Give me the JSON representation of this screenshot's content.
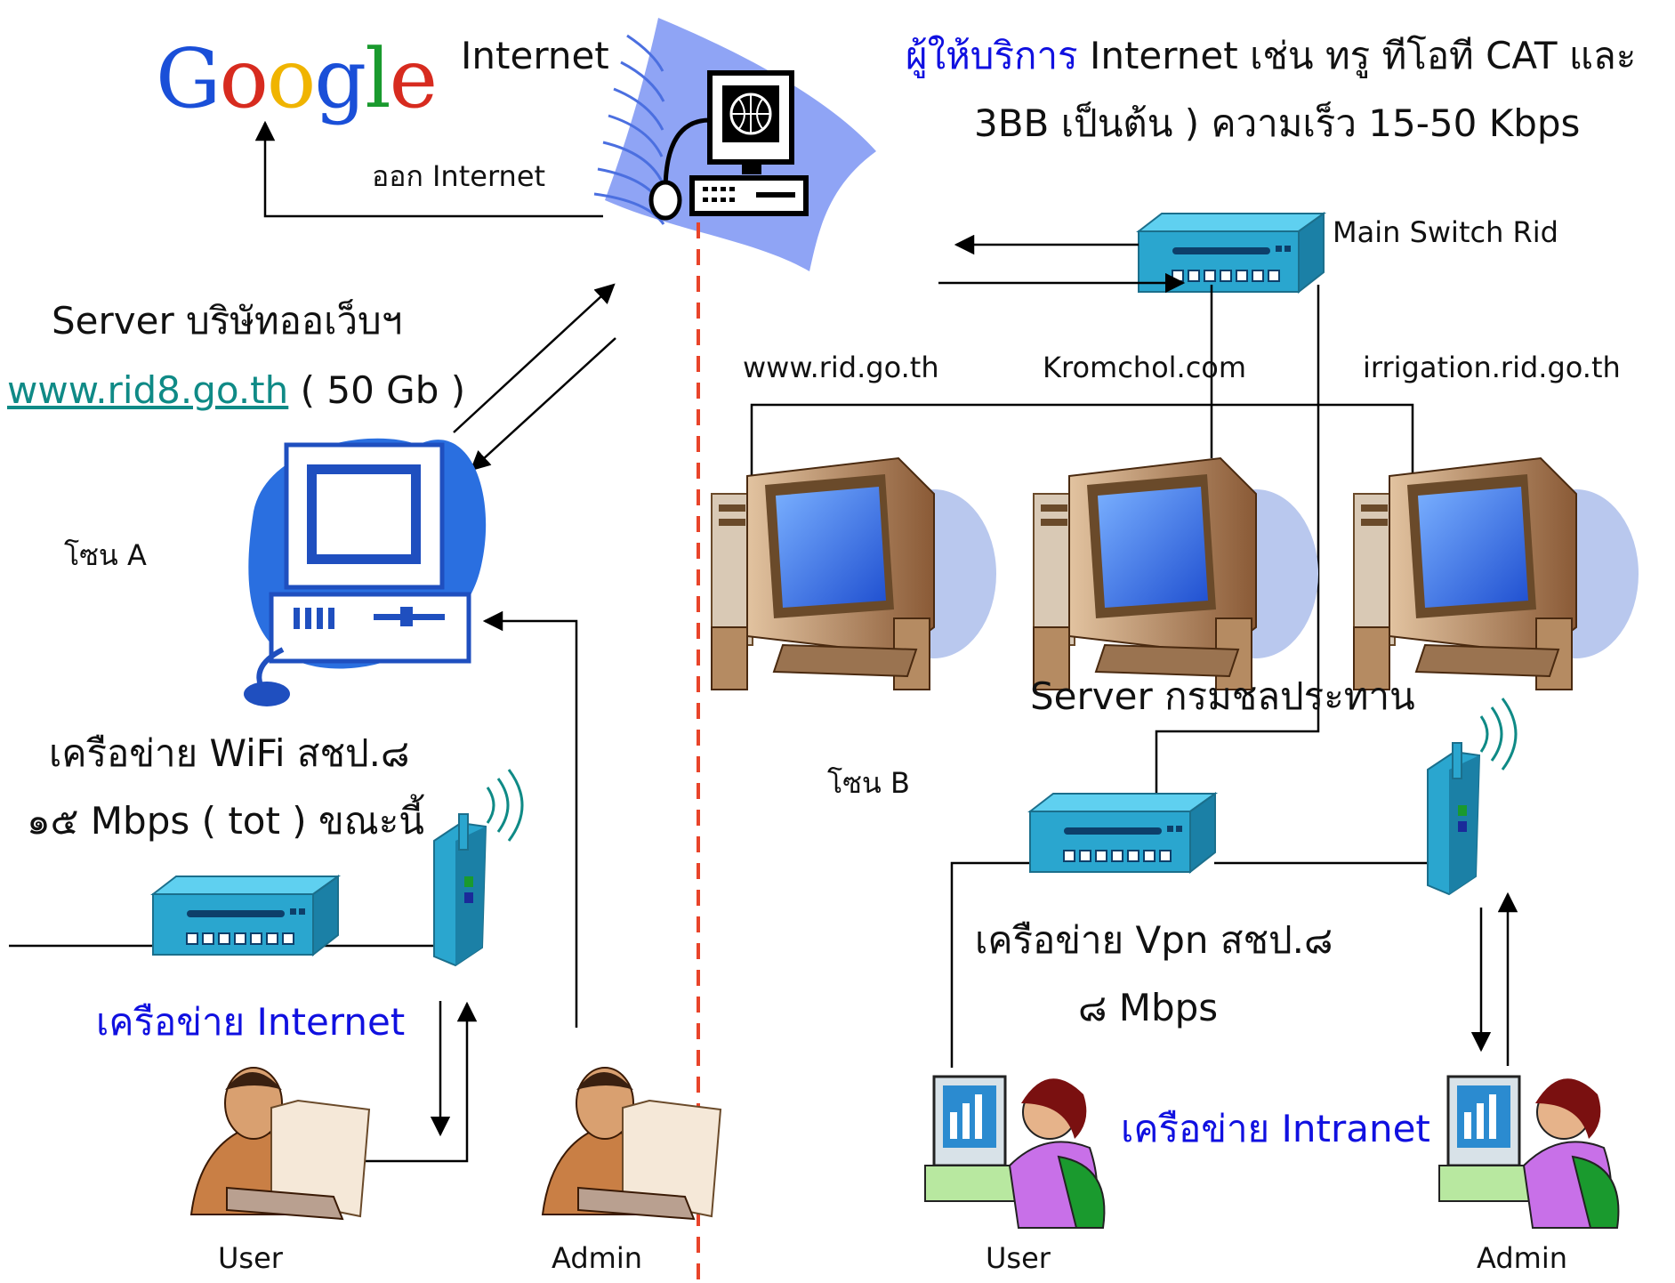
{
  "logo": {
    "letters": [
      "G",
      "o",
      "o",
      "g",
      "l",
      "e"
    ],
    "colors": [
      "#1a4fd8",
      "#d72b1f",
      "#f0b400",
      "#1a4fd8",
      "#1a9a2e",
      "#d72b1f"
    ]
  },
  "left": {
    "internet_title": "Internet",
    "exit_internet": "ออก Internet",
    "server_company": "Server บริษัทออเว็บฯ",
    "server_url": "www.rid8.go.th",
    "server_size": "( 50 Gb )",
    "zone": "โซน A",
    "wifi_line1": "เครือข่าย WiFi สชป.๘",
    "wifi_line2": "๑๕ Mbps ( tot ) ขณะนี้",
    "internet_network": "เครือข่าย Internet",
    "user": "User",
    "admin": "Admin"
  },
  "right": {
    "provider_blue": "ผู้ให้บริการ",
    "provider_rest": " Internet เช่น ทรู ทีโอที CAT และ",
    "provider_line2": "3BB เป็นต้น ) ความเร็ว 15-50 Kbps",
    "main_switch": "Main Switch Rid",
    "server_labels": [
      "www.rid.go.th",
      "Kromchol.com",
      "irrigation.rid.go.th"
    ],
    "server_dept": "Server กรมชลประทาน",
    "zone": "โซน B",
    "vpn_line1": "เครือข่าย Vpn สชป.๘",
    "vpn_line2": "๘ Mbps",
    "intranet": "เครือข่าย Intranet",
    "user": "User",
    "admin": "Admin"
  },
  "colors": {
    "divider": "#e8442a",
    "switch": "#2aa6cf",
    "screen": "#3c78e8",
    "crt_body": "#c8a27a"
  }
}
